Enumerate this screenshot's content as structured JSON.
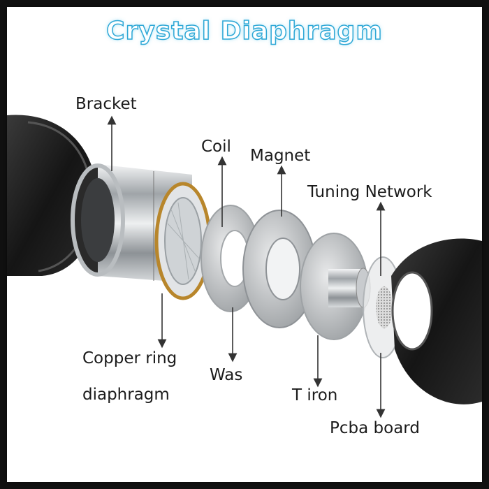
{
  "title": "Crystal  Diaphragm",
  "labels": {
    "bracket": "Bracket",
    "coil": "Coil",
    "magnet": "Magnet",
    "tuning_network": "Tuning Network",
    "copper_ring": "Copper ring",
    "diaphragm": "diaphragm",
    "was": "Was",
    "t_iron": "T iron",
    "pcba_board": "Pcba board"
  },
  "colors": {
    "title_stroke": "#2fa8d6",
    "metal": "#c9ccd0",
    "shell": "#1c1c1c",
    "copper": "#b8862b"
  }
}
